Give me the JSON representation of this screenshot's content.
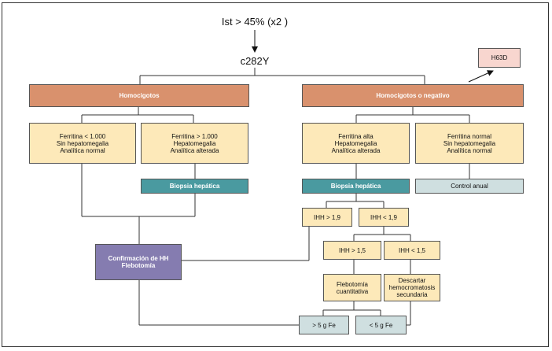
{
  "top_label": "Ist > 45% (x2 )",
  "gene_label": "c282Y",
  "h63d": "H63D",
  "homocigotos": "Homocigotos",
  "homocigotos_neg": "Homocigotos o negativo",
  "box_ferr_low": "Ferritina < 1.000\nSin hepatomegalia\nAnalítica normal",
  "box_ferr_high": "Ferritina > 1.000\nHepatomegalia\nAnalítica alterada",
  "box_ferr_alta": "Ferritina alta\nHepatomegalia\nAnalítica alterada",
  "box_ferr_normal": "Ferritina normal\nSin hepatomegalia\nAnalítica normal",
  "biopsia_left": "Biopsia hepática",
  "biopsia_right": "Biopsia hepática",
  "control_anual": "Control anual",
  "ihh_gt_19": "IHH > 1,9",
  "ihh_lt_19": "IHH < 1,9",
  "ihh_gt_15": "IHH > 1,5",
  "ihh_lt_15": "IHH < 1,5",
  "confirmacion": "Confirmación de HH\nFlebotomía",
  "flebotomia": "Flebotomía\ncuantitativa",
  "descartar": "Descartar\nhemocromatosis\nsecundaria",
  "gt_5": "> 5 g Fe",
  "lt_5": "< 5 g Fe",
  "colors": {
    "orange": "#d9916d",
    "beige": "#fde9b9",
    "teal": "#4a9aa0",
    "grey": "#cfdfe0",
    "purple": "#857cb0",
    "pink": "#f8d6cf"
  }
}
